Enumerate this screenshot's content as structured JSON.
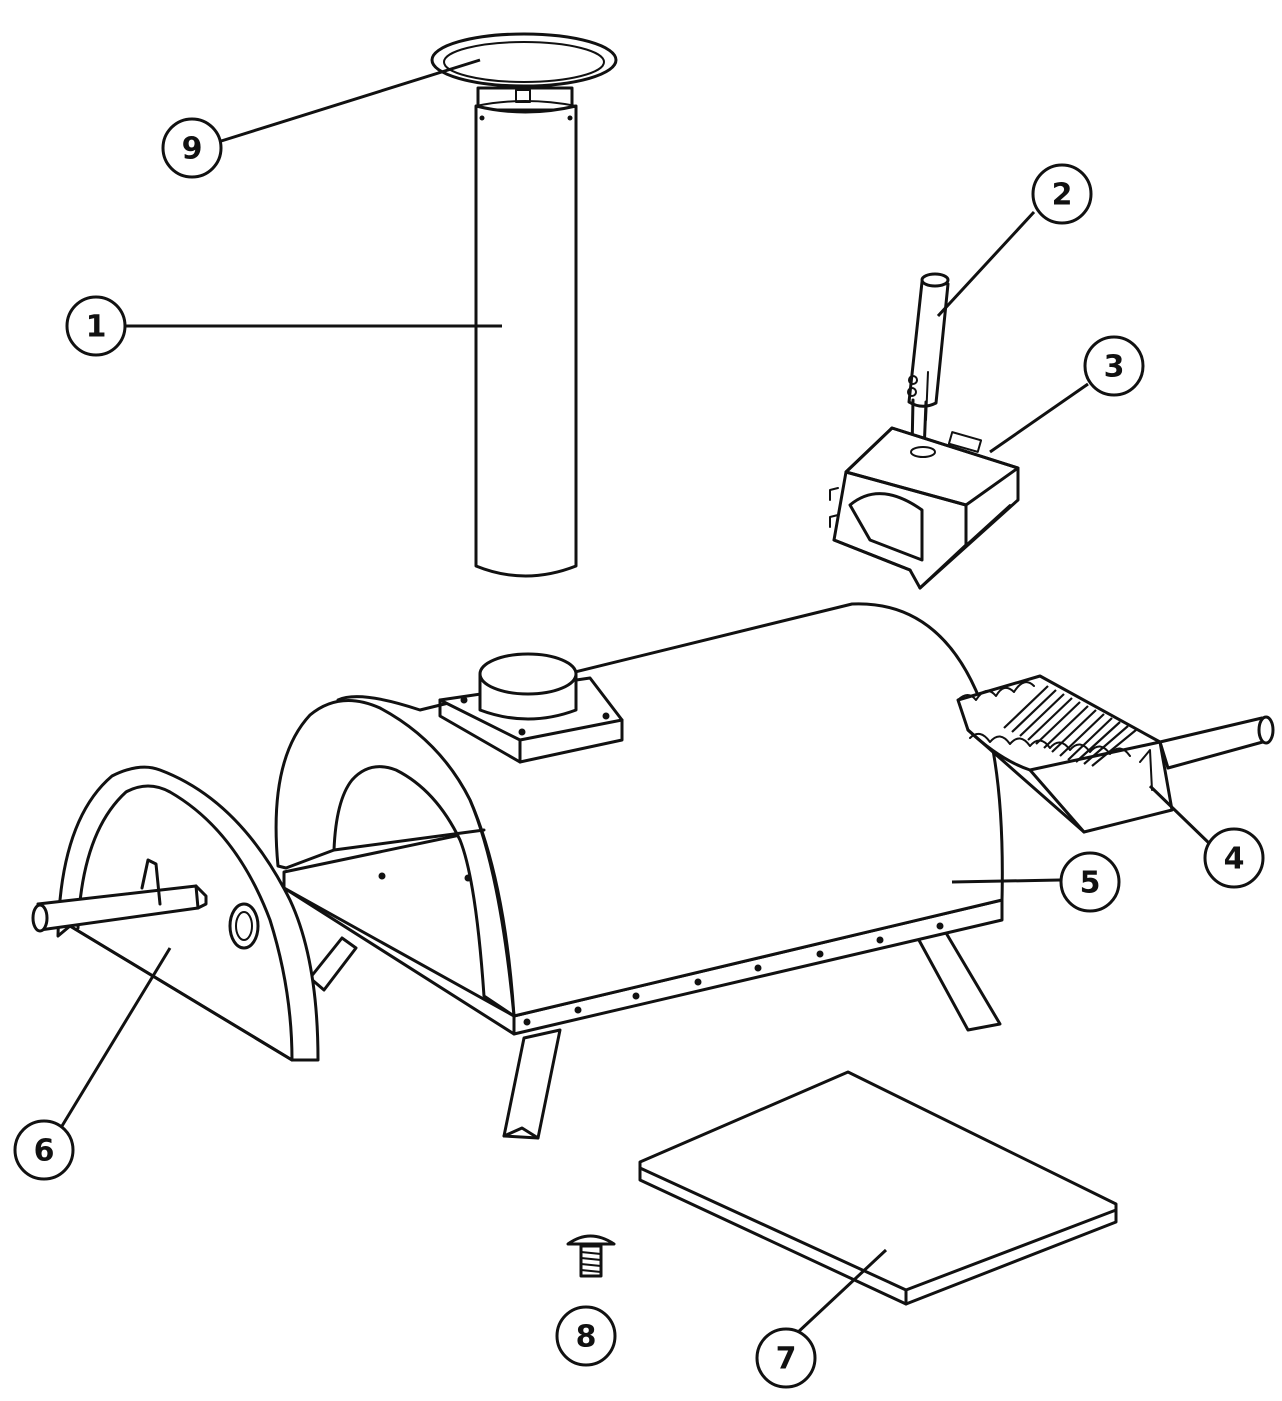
{
  "callouts": [
    {
      "id": "1",
      "part": "chimney-pipe"
    },
    {
      "id": "2",
      "part": "hopper-handle"
    },
    {
      "id": "3",
      "part": "pellet-hopper"
    },
    {
      "id": "4",
      "part": "burner-tray"
    },
    {
      "id": "5",
      "part": "oven-body"
    },
    {
      "id": "6",
      "part": "oven-door"
    },
    {
      "id": "7",
      "part": "pizza-stone"
    },
    {
      "id": "8",
      "part": "screw"
    },
    {
      "id": "9",
      "part": "chimney-cap"
    }
  ]
}
